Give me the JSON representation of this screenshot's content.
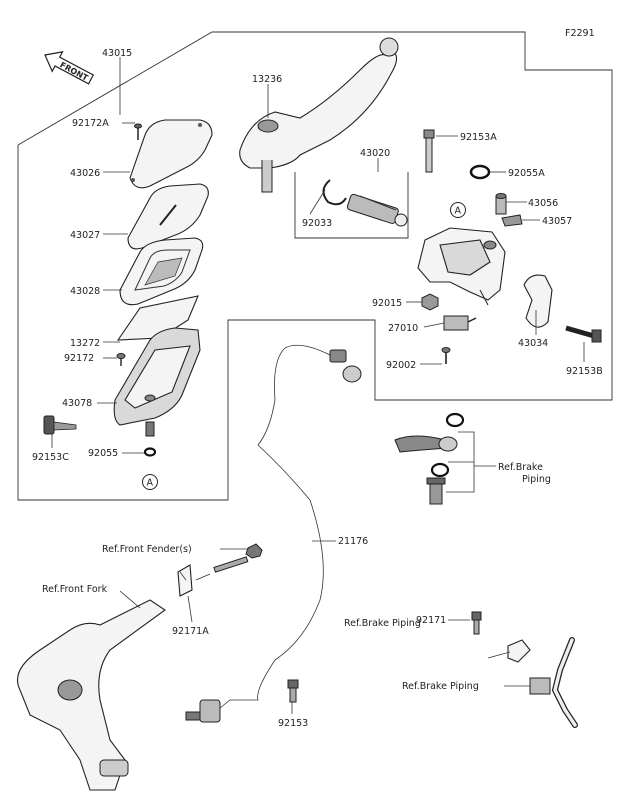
{
  "figure_code": "F2291",
  "front_label": "FRONT",
  "callouts": {
    "p43015": "43015",
    "p92172A": "92172A",
    "p43026": "43026",
    "p43027": "43027",
    "p43028": "43028",
    "p13272": "13272",
    "p92172": "92172",
    "p43078": "43078",
    "p92153C": "92153C",
    "p92055": "92055",
    "p13236": "13236",
    "p43020": "43020",
    "p92033": "92033",
    "p92153A": "92153A",
    "p92055A": "92055A",
    "p43056": "43056",
    "p43057": "43057",
    "p92015": "92015",
    "p27010": "27010",
    "p92002": "92002",
    "p43034": "43034",
    "p92153B": "92153B",
    "p21176": "21176",
    "p92171A": "92171A",
    "p92171": "92171",
    "p92153": "92153"
  },
  "refs": {
    "brake_piping_1": "Ref.Brake",
    "brake_piping_2": "Piping",
    "front_fender": "Ref.Front Fender(s)",
    "front_fork": "Ref.Front Fork",
    "brake_piping_a": "Ref.Brake Piping",
    "brake_piping_b": "Ref.Brake Piping"
  },
  "markers": {
    "a_top": "A",
    "a_bottom": "A"
  }
}
